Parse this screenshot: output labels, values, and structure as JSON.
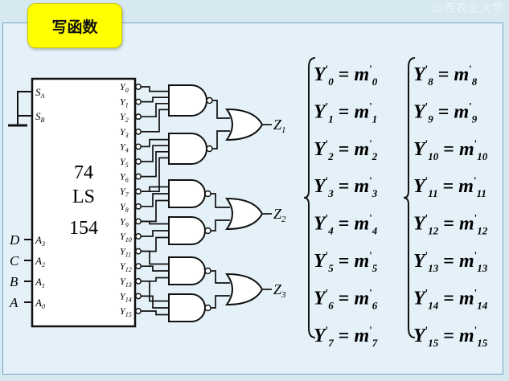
{
  "title": "写函数",
  "watermark": "山西农业大学",
  "chip": {
    "line1": "74",
    "line2": "LS",
    "line3": "154"
  },
  "left_pins": [
    {
      "sig": "",
      "pin": "S",
      "sub": "A"
    },
    {
      "sig": "",
      "pin": "S",
      "sub": "B"
    },
    {
      "sig": "D",
      "pin": "A",
      "sub": "3"
    },
    {
      "sig": "C",
      "pin": "A",
      "sub": "2"
    },
    {
      "sig": "B",
      "pin": "A",
      "sub": "1"
    },
    {
      "sig": "A",
      "pin": "A",
      "sub": "0"
    }
  ],
  "outputs": [
    "0",
    "1",
    "2",
    "3",
    "4",
    "5",
    "6",
    "7",
    "8",
    "9",
    "10",
    "11",
    "12",
    "13",
    "14",
    "15"
  ],
  "z_outputs": [
    {
      "name": "Z",
      "sub": "1"
    },
    {
      "name": "Z",
      "sub": "2"
    },
    {
      "name": "Z",
      "sub": "3"
    }
  ],
  "equations": [
    [
      "0",
      "1",
      "2",
      "3",
      "4",
      "5",
      "6",
      "7"
    ],
    [
      "8",
      "9",
      "10",
      "11",
      "12",
      "13",
      "14",
      "15"
    ]
  ],
  "colors": {
    "wire": "#111111",
    "frame": "#7aa6c2",
    "title_bg": "#ffff00"
  }
}
